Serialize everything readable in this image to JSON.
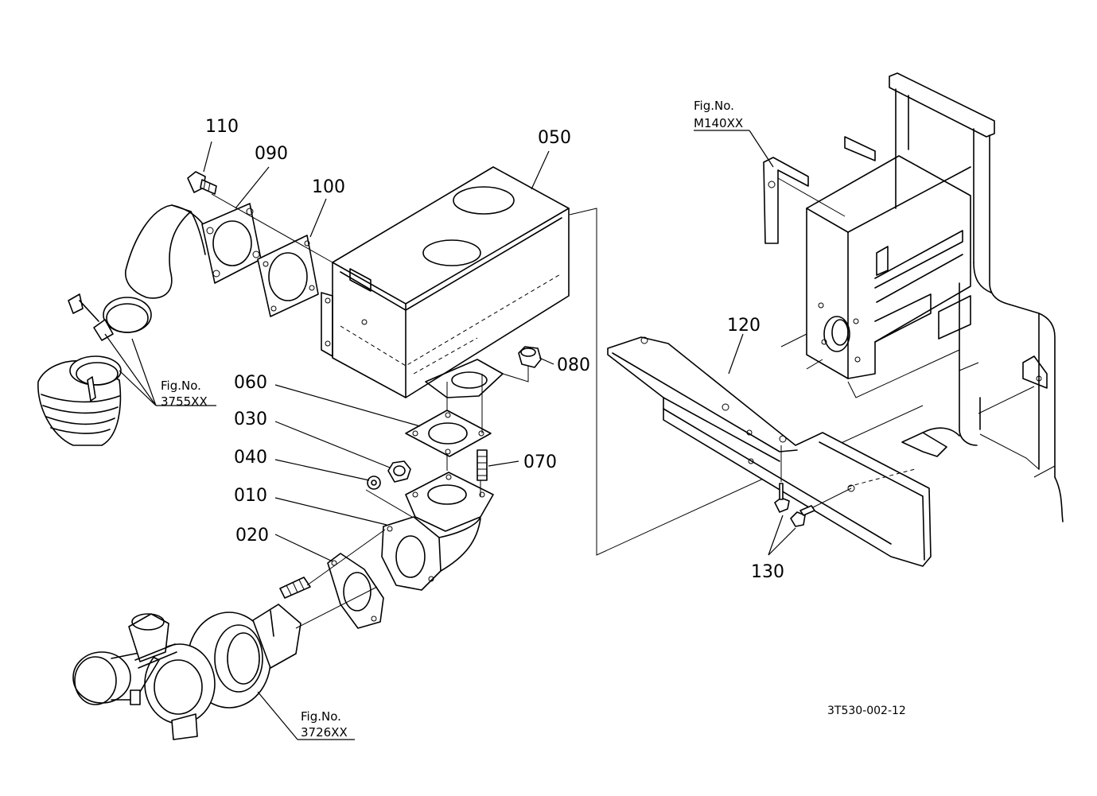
{
  "callouts": {
    "p010": "010",
    "p020": "020",
    "p030": "030",
    "p040": "040",
    "p050": "050",
    "p060": "060",
    "p070": "070",
    "p080": "080",
    "p090": "090",
    "p100": "100",
    "p110": "110",
    "p120": "120",
    "p130": "130"
  },
  "figure_refs": {
    "clamp": {
      "label": "Fig.No.",
      "number": "3755XX"
    },
    "turbo": {
      "label": "Fig.No.",
      "number": "3726XX"
    },
    "frame": {
      "label": "Fig.No.",
      "number": "M140XX"
    }
  },
  "drawing_code": "3T530-002-12"
}
